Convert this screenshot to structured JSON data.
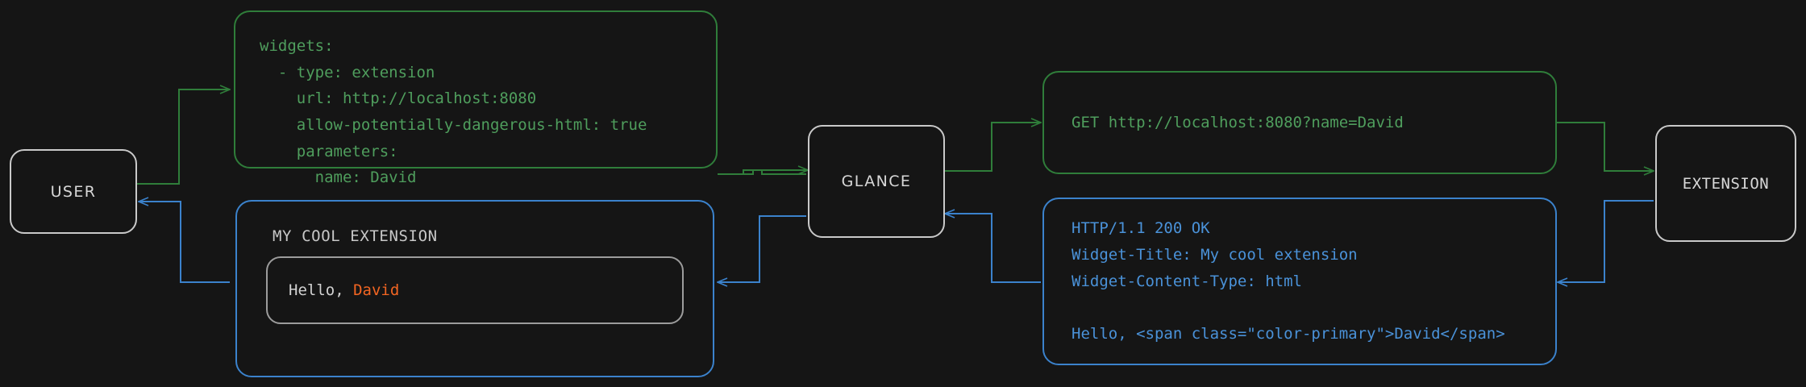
{
  "diagram": {
    "background_color": "#151515",
    "colors": {
      "node_stroke": "#c9c9c9",
      "request_green": "#2f7d3a",
      "request_green_text": "#4f9e5d",
      "response_blue": "#3b82cc",
      "response_blue_text": "#4a92d9",
      "accent_orange": "#f26522",
      "label_gray": "#d8d8d8"
    },
    "nodes": [
      {
        "id": "user",
        "label": "USER"
      },
      {
        "id": "glance",
        "label": "GLANCE"
      },
      {
        "id": "extension",
        "label": "EXTENSION"
      }
    ],
    "messages": {
      "config_yaml": "widgets:\n  - type: extension\n    url: http://localhost:8080\n    allow-potentially-dangerous-html: true\n    parameters:\n      name: David",
      "http_request": "GET http://localhost:8080?name=David",
      "http_response": "HTTP/1.1 200 OK\nWidget-Title: My cool extension\nWidget-Content-Type: html\n\nHello, <span class=\"color-primary\">David</span>",
      "widget_render": {
        "title": "MY COOL EXTENSION",
        "greeting_prefix": "Hello, ",
        "greeting_name": "David"
      }
    },
    "flow": {
      "request_edges": [
        "user-to-config",
        "config-to-glance",
        "glance-to-request",
        "request-to-extension"
      ],
      "response_edges": [
        "extension-to-response",
        "response-to-glance",
        "glance-to-widget",
        "widget-to-user"
      ]
    }
  }
}
